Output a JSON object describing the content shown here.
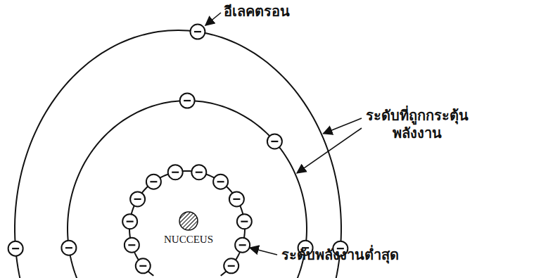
{
  "diagram": {
    "labels": [
      "อีเลคตรอน",
      "ระดับที่ถูกกระตุ้น พลังงาน",
      "NUCCEUS",
      "ระดับพลังงานต่ำสุด"
    ]
  }
}
